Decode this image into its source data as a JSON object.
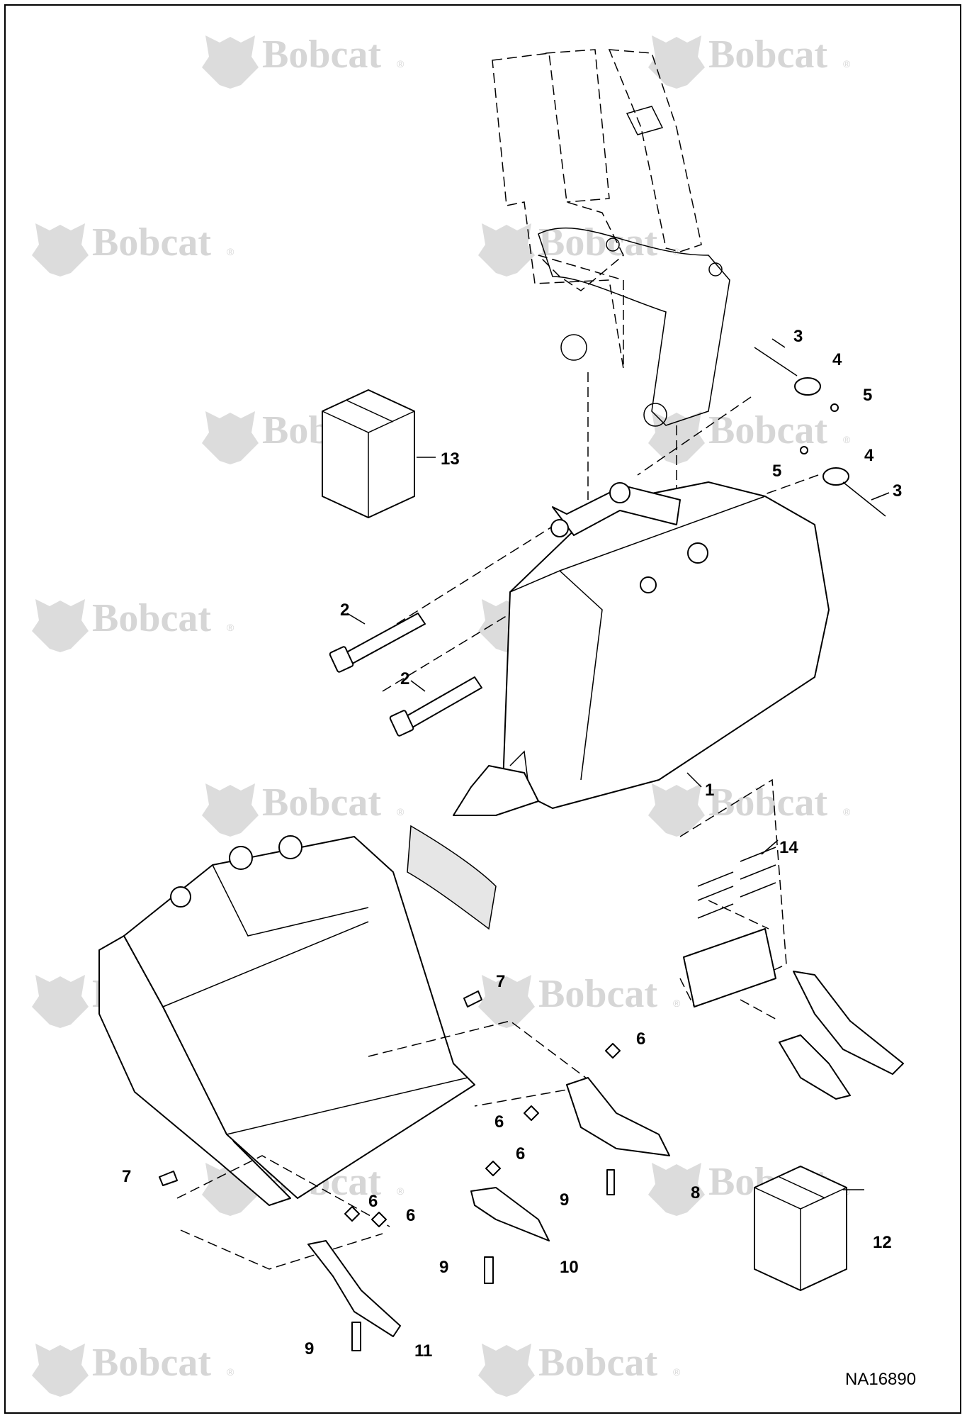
{
  "diagram": {
    "watermark_text": "Bobcat",
    "watermark_mark": "®",
    "reference_code": "NA16890",
    "callouts": [
      "1",
      "2",
      "2",
      "3",
      "3",
      "4",
      "4",
      "5",
      "5",
      "6",
      "6",
      "6",
      "6",
      "6",
      "7",
      "7",
      "8",
      "9",
      "9",
      "9",
      "10",
      "11",
      "12",
      "13",
      "14"
    ],
    "colors": {
      "line": "#000000",
      "watermark": "#d6d6d6",
      "background": "#ffffff"
    }
  }
}
